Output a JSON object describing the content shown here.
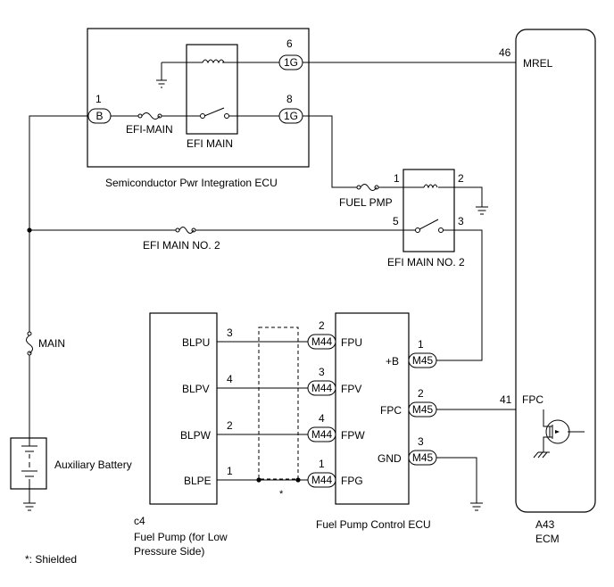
{
  "modules": {
    "spi_ecu": "Semiconductor Pwr Integration ECU",
    "efi_main_relay": "EFI MAIN",
    "efi_main_no2_relay": "EFI MAIN NO. 2",
    "fuel_pump_code": "c4",
    "fuel_pump_line1": "Fuel Pump (for Low",
    "fuel_pump_line2": "Pressure Side)",
    "fuel_pump_ecu": "Fuel Pump Control ECU",
    "ecm_code": "A43",
    "ecm": "ECM",
    "battery": "Auxiliary Battery"
  },
  "fuses": {
    "efi_main": "EFI-MAIN",
    "fuel_pmp": "FUEL PMP",
    "efi_main_no2": "EFI MAIN NO. 2",
    "main": "MAIN"
  },
  "connectors": {
    "b": "B",
    "g1_top": "1G",
    "g1_bottom": "1G",
    "m44": [
      "M44",
      "M44",
      "M44",
      "M44"
    ],
    "m45": [
      "M45",
      "M45",
      "M45"
    ]
  },
  "pins": {
    "b_pin": "1",
    "g6": "6",
    "g8": "8",
    "mrel_pin": "46",
    "relay2_in": "1",
    "relay2_coil": "2",
    "relay3_in": "5",
    "relay3_out": "3",
    "m44": [
      "2",
      "3",
      "4",
      "1"
    ],
    "m45": [
      "1",
      "2",
      "3"
    ],
    "fpc_pin": "41",
    "pump": [
      "3",
      "4",
      "2",
      "1"
    ]
  },
  "terminals": {
    "mrel": "MREL",
    "fpc_ecm": "FPC",
    "fpu": "FPU",
    "fpv": "FPV",
    "fpw": "FPW",
    "fpg": "FPG",
    "plus_b": "+B",
    "fpc": "FPC",
    "gnd": "GND",
    "blpu": "BLPU",
    "blpv": "BLPV",
    "blpw": "BLPW",
    "blpe": "BLPE"
  },
  "notes": {
    "star": "*",
    "shielded": "*: Shielded"
  }
}
